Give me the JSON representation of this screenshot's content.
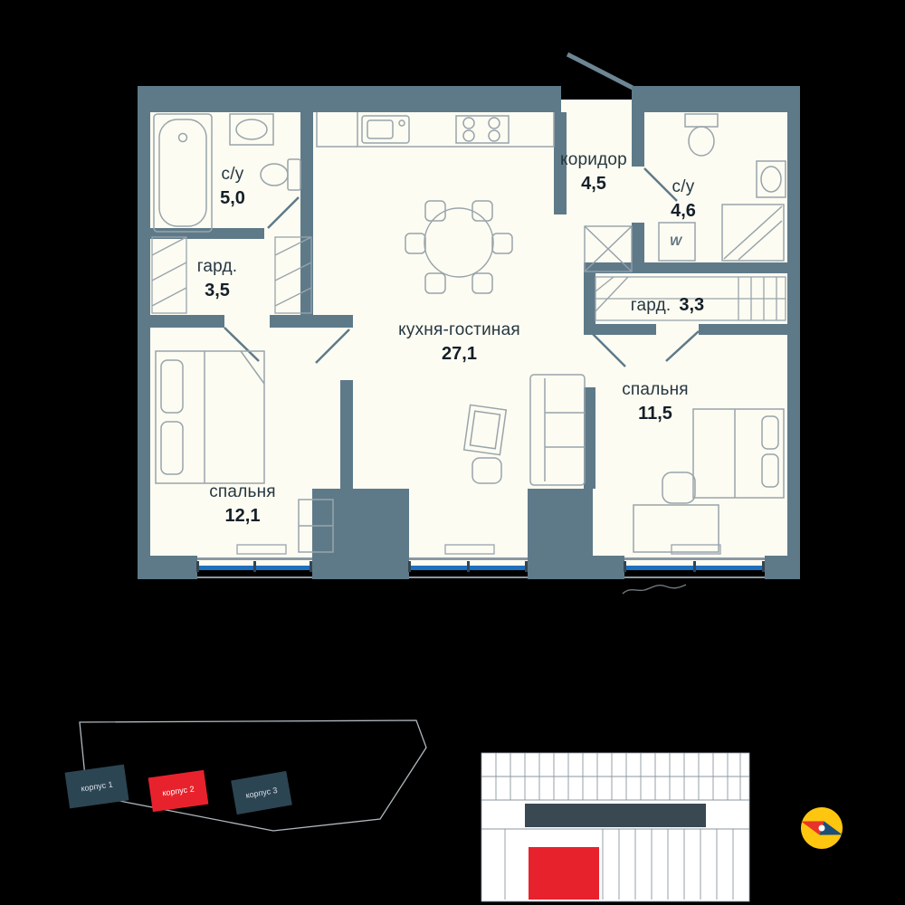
{
  "floor_plan": {
    "rooms": [
      {
        "name": "с/у",
        "area": "5,0"
      },
      {
        "name": "гард.",
        "area": "3,5"
      },
      {
        "name": "коридор",
        "area": "4,5"
      },
      {
        "name": "с/у",
        "area": "4,6"
      },
      {
        "name": "гард.",
        "area": "3,3"
      },
      {
        "name": "кухня-гостиная",
        "area": "27,1"
      },
      {
        "name": "спальня",
        "area": "11,5"
      },
      {
        "name": "спальня",
        "area": "12,1"
      }
    ],
    "washer_symbol": "W"
  },
  "site_plan": {
    "buildings": [
      {
        "name": "корпус 1",
        "highlighted": false
      },
      {
        "name": "корпус 2",
        "highlighted": true
      },
      {
        "name": "корпус 3",
        "highlighted": false
      }
    ]
  },
  "colors": {
    "wall": "#5e7a89",
    "floor": "#fdfcf2",
    "window": "#1e6fbe",
    "highlight_red": "#e8222d",
    "building_dark": "#2c4553",
    "compass_yellow": "#ffc610",
    "background": "#000000"
  }
}
